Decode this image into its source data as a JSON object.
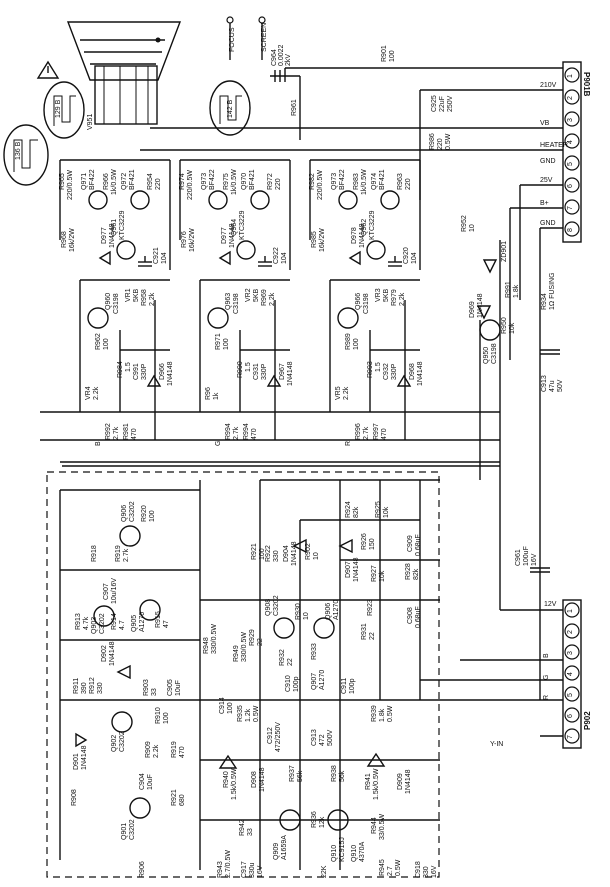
{
  "connector_top": {
    "name": "P901B",
    "pins": [
      "1",
      "2",
      "3",
      "4",
      "5",
      "6",
      "7",
      "8"
    ],
    "signals": [
      "210V",
      "VB",
      "HEATER",
      "GND",
      "25V",
      "B+",
      "GND"
    ]
  },
  "connector_bottom": {
    "name": "P902",
    "pins": [
      "1",
      "2",
      "3",
      "4",
      "5",
      "6",
      "7"
    ],
    "signals": [
      "12V",
      "B",
      "G",
      "R",
      "Y-IN"
    ]
  },
  "crt": {
    "focus": "FOCUS",
    "screen": "SCREEN",
    "label_136": "136 B",
    "label_129": "129 B",
    "label_142": "142 B",
    "label_v951": "V951",
    "c964": "C964",
    "c964_val": "0.0022",
    "c964_v": "2kV",
    "r901": "R901",
    "r901_val": "100",
    "r961": "R961",
    "c925": "C925",
    "c925_val": "22uF",
    "c925_v": "250V",
    "r986": "R986",
    "r986_val": "220",
    "r986_w": "0.5W"
  },
  "output_stages": [
    {
      "r_top": "R965",
      "r_top_val": "220/0.5W",
      "q_a": "Q971",
      "q_a_type": "BF422",
      "r_mid": "R966",
      "r_mid_val": "1k/0.5W",
      "q_b": "Q972",
      "q_b_type": "BF421",
      "r_out": "R954",
      "r_out_val": "220",
      "r_low": "R968",
      "r_low_val": "16k/2W",
      "r_low2": "R967",
      "r_low2_val": "16k/2W",
      "d": "D977",
      "d_type": "1N4148",
      "q_c": "Q961",
      "q_c_type": "KTC3229",
      "c": "C921",
      "c_val": "104",
      "q_d": "Q960",
      "q_d_type": "C3198",
      "r_b": "R962",
      "r_b_val": "100",
      "vr": "VR1",
      "vr_val": "5KB",
      "r_e": "R958",
      "r_e_val": "2.2k",
      "r_e2": "R960",
      "r_f": "R984",
      "r_f_val": "1.5",
      "c_f": "C991",
      "c_f_val": "330P",
      "d2": "D966",
      "d2_type": "1N4148",
      "vr4": "VR4",
      "vr4_val": "2.2k",
      "r_g": "R992",
      "r_g_val": "2.7k",
      "r_h": "R981",
      "r_h_val": "470",
      "tag": "B"
    },
    {
      "r_top": "R974",
      "r_top_val": "220/0.5W",
      "q_a": "Q973",
      "q_a_type": "BF422",
      "r_mid": "R975",
      "r_mid_val": "1k/0.5W",
      "q_b": "Q970",
      "q_b_type": "BF421",
      "r_out": "R972",
      "r_out_val": "220",
      "r_low": "R976",
      "r_low_val": "16k/2W",
      "d": "D977",
      "d_type": "1N4148",
      "q_c": "Q964",
      "q_c_type": "KTC3229",
      "c": "C922",
      "c_val": "104",
      "q_d": "Q963",
      "q_d_type": "C3198",
      "r_b": "R971",
      "r_b_val": "100",
      "vr": "VR2",
      "vr_val": "5KB",
      "r_e": "R969",
      "r_e_val": "2.2k",
      "r_e2": "R965",
      "r_f": "R990",
      "r_f_val": "1.5",
      "c_f": "C931",
      "c_f_val": "330P",
      "d2": "D967",
      "d2_type": "1N4148",
      "vr4": "R96",
      "vr4_val": "1k",
      "r_g": "R994",
      "r_g_val": "2.7k",
      "r_h": "R994",
      "r_h_val": "470",
      "tag": "G"
    },
    {
      "r_top": "R982",
      "r_top_val": "220/0.5W",
      "q_a": "Q973",
      "q_a_type": "BF422",
      "r_mid": "R983",
      "r_mid_val": "1k/0.5W",
      "q_b": "Q974",
      "q_b_type": "BF421",
      "r_out": "R963",
      "r_out_val": "220",
      "r_low": "R985",
      "r_low_val": "16k/2W",
      "d": "D978",
      "d_type": "1N4148",
      "q_c": "Q962",
      "q_c_type": "KTC3229",
      "c": "C920",
      "c_val": "104",
      "q_d": "Q966",
      "q_d_type": "C3198",
      "r_b": "R989",
      "r_b_val": "100",
      "vr": "VR3",
      "vr_val": "5KB",
      "r_e": "R979",
      "r_e_val": "2.2k",
      "r_e2": "R978",
      "r_f": "R993",
      "r_f_val": "1.5",
      "c_f": "C932",
      "c_f_val": "330P",
      "d2": "D968",
      "d2_type": "1N4148",
      "vr4": "VR5",
      "vr4_val": "2.2k",
      "r_g": "R996",
      "r_g_val": "2.7k",
      "r_h": "R997",
      "r_h_val": "470",
      "tag": "R"
    }
  ],
  "right_side": {
    "r952": "R952",
    "r952_val": "10",
    "zd901": "ZD901",
    "d969": "D969",
    "d969_type": "1N4148",
    "r991": "R991",
    "r991_val": "1.8k",
    "r934": "R934",
    "r934_val": "1Ω FUSING",
    "r950": "R950",
    "r950_val": "10k",
    "q950": "Q950",
    "q950_type": "C3198",
    "c913": "C913",
    "c913_val": "47u",
    "c913_v": "50V",
    "c961": "C961",
    "c961_val": "100uF",
    "c961_v": "16V"
  },
  "lower": {
    "q906": "Q906",
    "q906_type": "C3202",
    "r920": "R920",
    "r920_val": "100",
    "r918": "R918",
    "r919": "R919",
    "r919_val": "2.7k",
    "c907": "C907",
    "c907_val": "10u/16V",
    "r913": "R913",
    "r913_val": "4.7k",
    "q903": "Q903",
    "q903_type": "C3202",
    "r914": "R914",
    "r914_val": "4.7",
    "q905": "Q905",
    "q905_type": "A1270",
    "r915": "R915",
    "r915_val": "47",
    "d902": "D902",
    "d902_type": "1N4148",
    "r911": "R911",
    "r911_val": "390",
    "r912": "R912",
    "r912_val": "330",
    "r903": "R903",
    "r903_val": "33",
    "c905": "C905",
    "c905_val": "10uF",
    "q902": "Q902",
    "q902_type": "C3202",
    "d901": "D901",
    "d901_type": "1N4148",
    "r909": "R909",
    "r909_val": "2.2k",
    "r910": "R910",
    "r910_val": "100",
    "c904": "C904",
    "c904_val": "10uF",
    "r919b": "R919",
    "r919b_val": "470",
    "r921": "R921",
    "r921_val": "680",
    "q901": "Q901",
    "q901_type": "C3202",
    "r908": "R908",
    "r948": "R948",
    "r948_val": "330/0.5W",
    "r949": "R949",
    "r949_val": "330/0.5W",
    "r929": "R929",
    "r929_val": "22",
    "r921b": "R921",
    "r921b_val": "100",
    "r922": "R922",
    "r922_val": "330",
    "d904": "D904",
    "d904_type": "1N4148",
    "r902": "R902",
    "r902_val": "10",
    "q908": "Q908",
    "q908_type": "C3202",
    "r930": "R930",
    "r930_val": "10",
    "r932": "R932",
    "r932_val": "22",
    "r933": "R933",
    "q906b": "Q906",
    "q906b_type": "A1270",
    "r931": "R931",
    "r931_val": "22",
    "r924": "R924",
    "r924_val": "82k",
    "r925": "R925",
    "r925_val": "10k",
    "r926": "R926",
    "r926_val": "150",
    "c909": "C909",
    "c909_val": "0.68uF",
    "d907": "D907",
    "d907_type": "1N4148",
    "r927": "R927",
    "r927_val": "10k",
    "r928": "R928",
    "r928_val": "82k",
    "r923": "R923",
    "c908": "C908",
    "c908_val": "0.68uF",
    "c914": "C914",
    "c914_val": "100",
    "r935": "R935",
    "r935_val": "1.2k",
    "r935_w": "0.5W",
    "c910": "C910",
    "c910_val": "100p",
    "c912": "C912",
    "c912_val": "472/250V",
    "q907": "Q907",
    "q907_type": "A1270",
    "c911": "C911",
    "c911_val": "100p",
    "c913b": "C913",
    "c913b_val": "472",
    "c913b_v": "500V",
    "r939": "R939",
    "r939_val": "1.8k",
    "r939_w": "0.5W",
    "r940": "R940",
    "r940_val": "1.5k/0.5W",
    "d908": "D908",
    "d908_type": "1N4148",
    "r937": "R937",
    "r937_val": "56k",
    "r938": "R938",
    "r938_val": "56k",
    "r941": "R941",
    "r941_val": "1.5k/0.5W",
    "d909b": "D909",
    "d909b_type": "1N4148",
    "r942": "R942",
    "r942_val": "33",
    "r936": "R936",
    "r936_val": "12k",
    "r944": "R944",
    "r944_val": "33/0.5W",
    "r943": "R943",
    "r943_val": "2.7/0.5W",
    "c917": "C917",
    "c917_val": "330u",
    "c917_v": "16V",
    "q909": "Q909",
    "q909_type": "A1659A",
    "q910": "Q910",
    "q910_type": "KC915J",
    "q910b": "Q910",
    "q910b_type": "4370A",
    "r945": "R945",
    "r945_val": "2.7",
    "r945_w": "0.5W",
    "r22k": "22K",
    "c918": "C918",
    "c918_val": "330",
    "c918_v": "16V",
    "r906": "R906",
    "yin": "Y-IN"
  }
}
